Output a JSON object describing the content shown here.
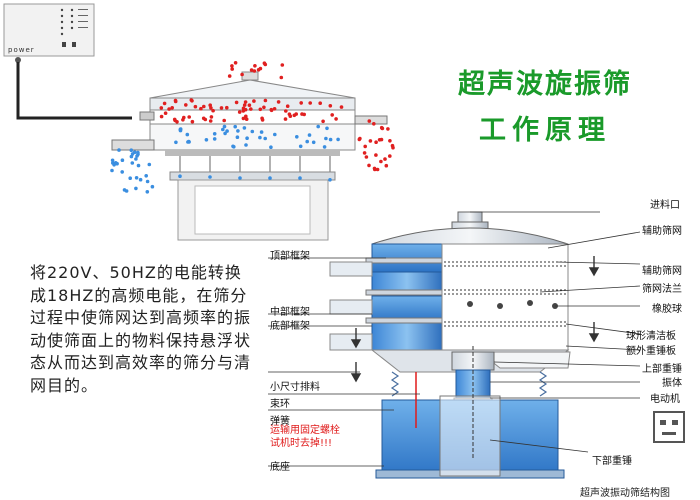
{
  "title": {
    "line1": "超声波旋振筛",
    "line2": "工作原理"
  },
  "description": "将220V、50HZ的电能转换成18HZ的高频电能，在筛分过程中使筛网达到高频率的振动使筛面上的物料保持悬浮状态从而达到高效率的筛分与清网目的。",
  "control_box": {
    "label": "power"
  },
  "labels_left": {
    "top_frame": "顶部框架",
    "middle_frame": "中部框架",
    "bottom_frame": "底部框架",
    "small_outlet": "小尺寸排料",
    "clamp_ring": "束环",
    "spring": "弹簧",
    "warning": "运输用固定螺栓\n试机时去掉!!!",
    "base": "底座"
  },
  "labels_right": {
    "inlet": "进料口",
    "aux_screen_1": "辅助筛网",
    "aux_screen_2": "辅助筛网",
    "screen_flange": "筛网法兰",
    "rubber_ball": "橡胶球",
    "ball_plate": "球形清洁板",
    "extra_weight_plate": "额外重锤板",
    "upper_weight": "上部重锤",
    "vibrator": "振体",
    "motor": "电动机",
    "lower_weight": "下部重锤"
  },
  "caption": "超声波振动筛结构图",
  "colors": {
    "title": "#1a9a2a",
    "warning": "#e01b1b",
    "machine": "#2b7fd0",
    "particles_red": "#e02020",
    "particles_blue": "#3a8ee0"
  }
}
